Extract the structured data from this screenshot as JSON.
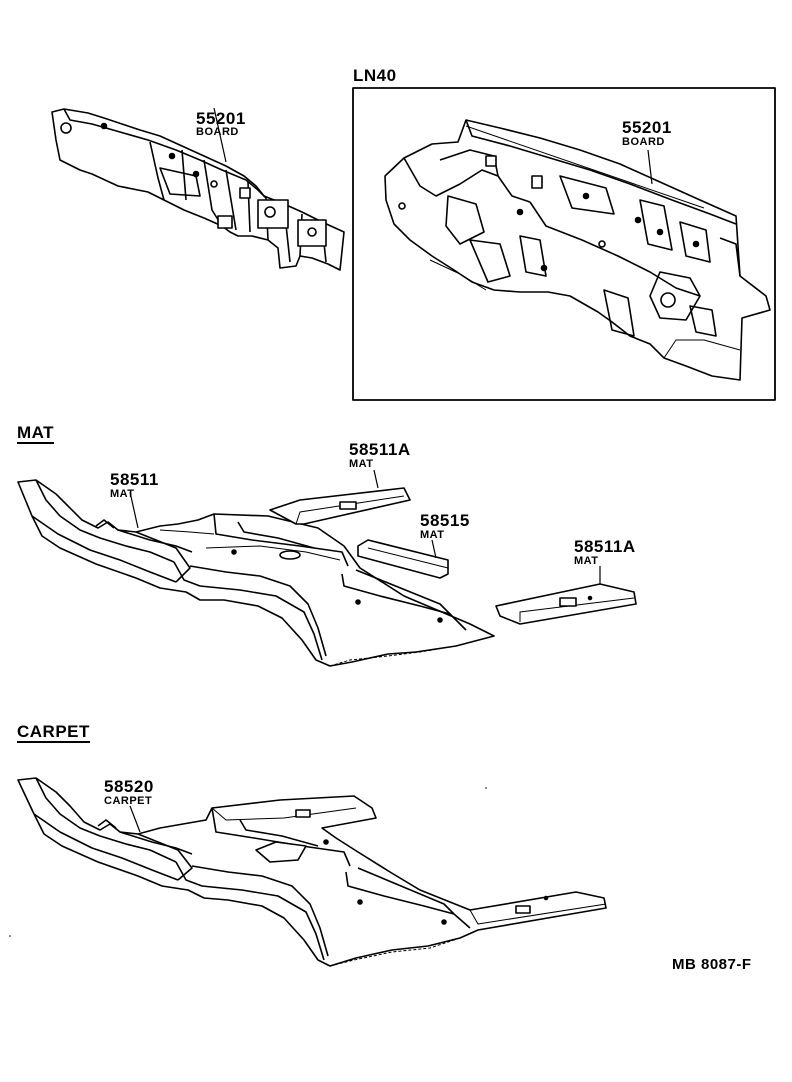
{
  "variant_box": {
    "label": "LN40"
  },
  "sections": {
    "mat": "MAT",
    "carpet": "CARPET"
  },
  "callouts": {
    "board_main": {
      "number": "55201",
      "desc": "BOARD"
    },
    "board_ln40": {
      "number": "55201",
      "desc": "BOARD"
    },
    "mat_floor": {
      "number": "58511",
      "desc": "MAT"
    },
    "mat_a_upper": {
      "number": "58511A",
      "desc": "MAT"
    },
    "mat_58515": {
      "number": "58515",
      "desc": "MAT"
    },
    "mat_a_right": {
      "number": "58511A",
      "desc": "MAT"
    },
    "carpet": {
      "number": "58520",
      "desc": "CARPET"
    }
  },
  "reference_code": "MB  8087-F"
}
